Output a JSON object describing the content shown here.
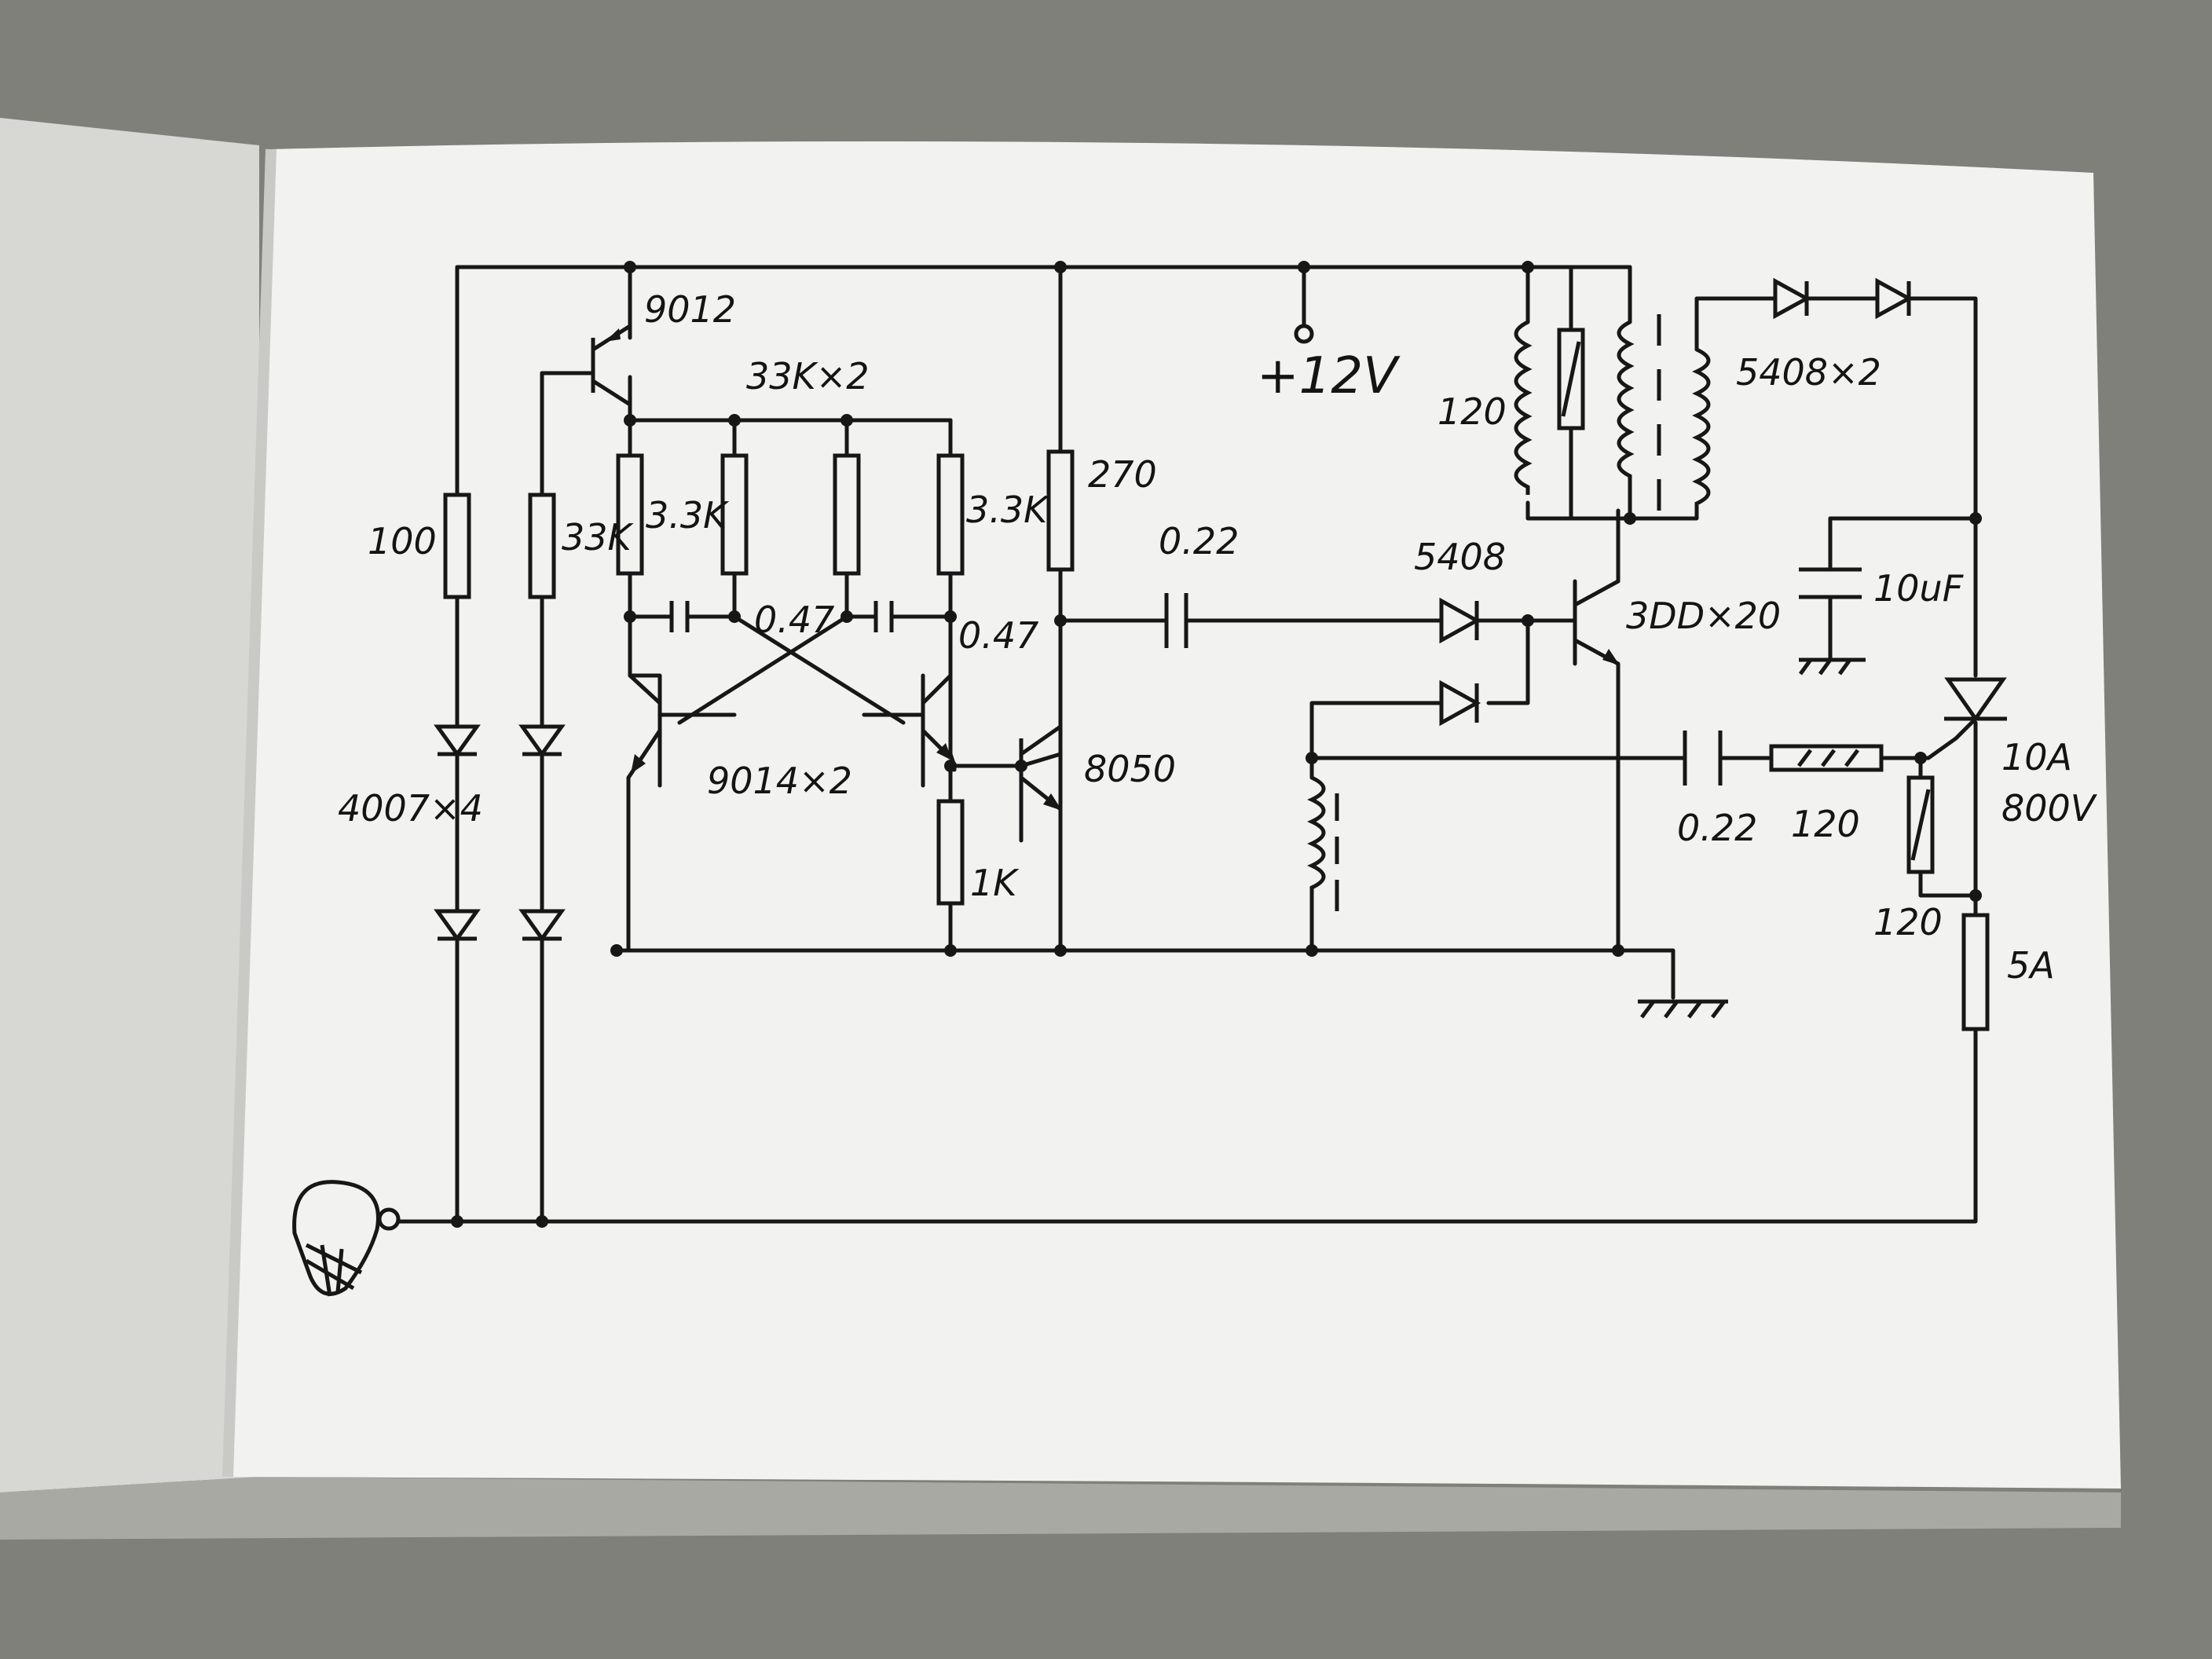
{
  "labels": {
    "t_9012": "9012",
    "r_33kx2": "33K×2",
    "supply": "+12V",
    "r_120_primary": "120",
    "d_5408x2": "5408×2",
    "r_100": "100",
    "r_33k": "33K",
    "r_3k3_left": "3.3K",
    "r_3k3_right": "3.3K",
    "r_270": "270",
    "c_022_in": "0.22",
    "d_5408": "5408",
    "c_047_left": "0.47",
    "c_047_right": "0.47",
    "t_3ddx20": "3DD×20",
    "c_10uf": "10uF",
    "d_4007x4": "4007×4",
    "t_9014x2": "9014×2",
    "t_8050": "8050",
    "r_1k": "1K",
    "scr_current": "10A",
    "scr_voltage": "800V",
    "c_022_gate": "0.22",
    "r_120_gate": "120",
    "r_120_gk": "120",
    "fuse": "5A"
  },
  "colors": {
    "paper": "#f2f2f0",
    "ink": "#171717",
    "background": "#7f8079"
  }
}
